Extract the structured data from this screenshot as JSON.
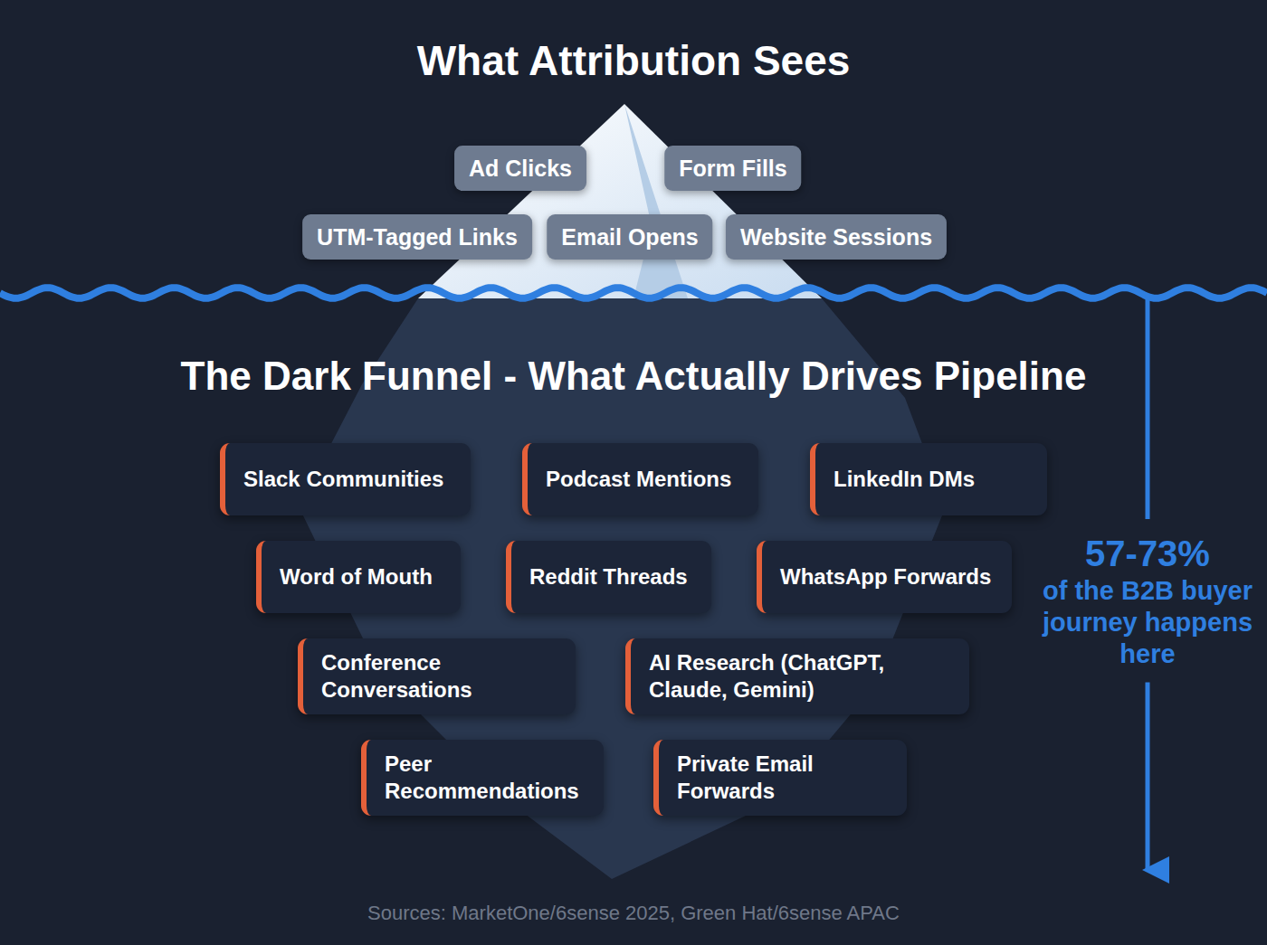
{
  "diagram": {
    "title": "What Attribution Sees",
    "caption": "Sources: MarketOne/6sense 2025, Green Hat/6sense APAC",
    "nodes": [
      {
        "text": [
          "Ad Clicks"
        ]
      },
      {
        "text": [
          "Form Fills"
        ]
      },
      {
        "text": [
          "UTM-Tagged Links"
        ]
      },
      {
        "text": [
          "Email Opens"
        ]
      },
      {
        "text": [
          "Website Sessions"
        ]
      },
      {
        "text": [
          "Slack Communities"
        ]
      },
      {
        "text": [
          "Podcast Mentions"
        ]
      },
      {
        "text": [
          "LinkedIn DMs"
        ]
      },
      {
        "text": [
          "Word of Mouth"
        ]
      },
      {
        "text": [
          "Reddit Threads"
        ]
      },
      {
        "text": [
          "WhatsApp Forwards"
        ]
      },
      {
        "text": [
          "Conference Conversations"
        ]
      },
      {
        "text": [
          "AI Research (ChatGPT, Claude, Gemini)"
        ]
      },
      {
        "text": [
          "Peer Recommendations"
        ]
      },
      {
        "text": [
          "Private Email Forwards"
        ]
      }
    ],
    "edges": [],
    "labels": [
      "The Dark Funnel - What Actually Drives Pipeline",
      "57-73%",
      "of the B2B buyer journey happens here"
    ]
  }
}
